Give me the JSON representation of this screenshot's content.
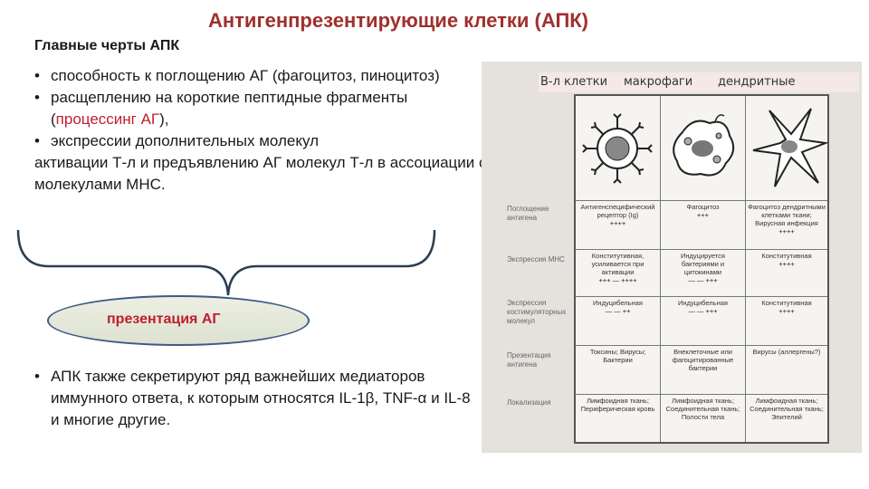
{
  "slide": {
    "title": "Антигенпрезентирующие клетки (АПК)",
    "subtitle": "Главные черты АПК",
    "bullet1": "способность к поглощению АГ (фагоцитоз, пиноцитоз)",
    "bullet2_pre": "расщеплению на короткие пептидные фрагменты (",
    "bullet2_highlight": "процессинг АГ",
    "bullet2_post": "),",
    "bullet3_line1": "экспрессии дополнительных молекул",
    "bullet3_line2": "активации Т‑л и предъявлению АГ молекул Т‑л в ассоциации с молекулами МНС.",
    "ellipse_label": "презентация АГ",
    "bullet4": "АПК также секретируют ряд важнейших медиаторов иммунного ответа, к которым относятся IL-1β, TNF-α и IL-8 и многие другие."
  },
  "figure": {
    "header": {
      "col1": "В‑л клетки",
      "col2": "макрофаги",
      "col3": "дендритные"
    },
    "row_labels": [
      "Поглощение антигена",
      "Экспрессия МНС",
      "Экспрессия костимуляторных молекул",
      "Презентация антигена",
      "Локализация"
    ],
    "cells": [
      [
        "Антигенспецифический рецептор (Ig)",
        "++++",
        "Фагоцитоз",
        "+++",
        "Фагоцитоз дендритными клетками ткани; Вирусная инфекция",
        "++++"
      ],
      [
        "Конститутивная, усиливается при активации",
        "+++ — ++++",
        "Индуцируется бактериями и цитокинами",
        "— — +++",
        "Конститутивная",
        "++++"
      ],
      [
        "Индуцибельная",
        "— — ++",
        "Индуцибельная",
        "— — +++",
        "Конститутивная",
        "++++"
      ],
      [
        "Токсины; Вирусы; Бактерии",
        "",
        "Внеклеточные или фагоцитированные бактерии",
        "",
        "Вирусы (аллергены?)",
        ""
      ],
      [
        "Лимфоидная ткань; Периферическая кровь",
        "",
        "Лимфоидная ткань; Соединительная ткань; Полости тела",
        "",
        "Лимфоидная ткань; Соединительная ткань; Эпителий",
        ""
      ]
    ]
  }
}
